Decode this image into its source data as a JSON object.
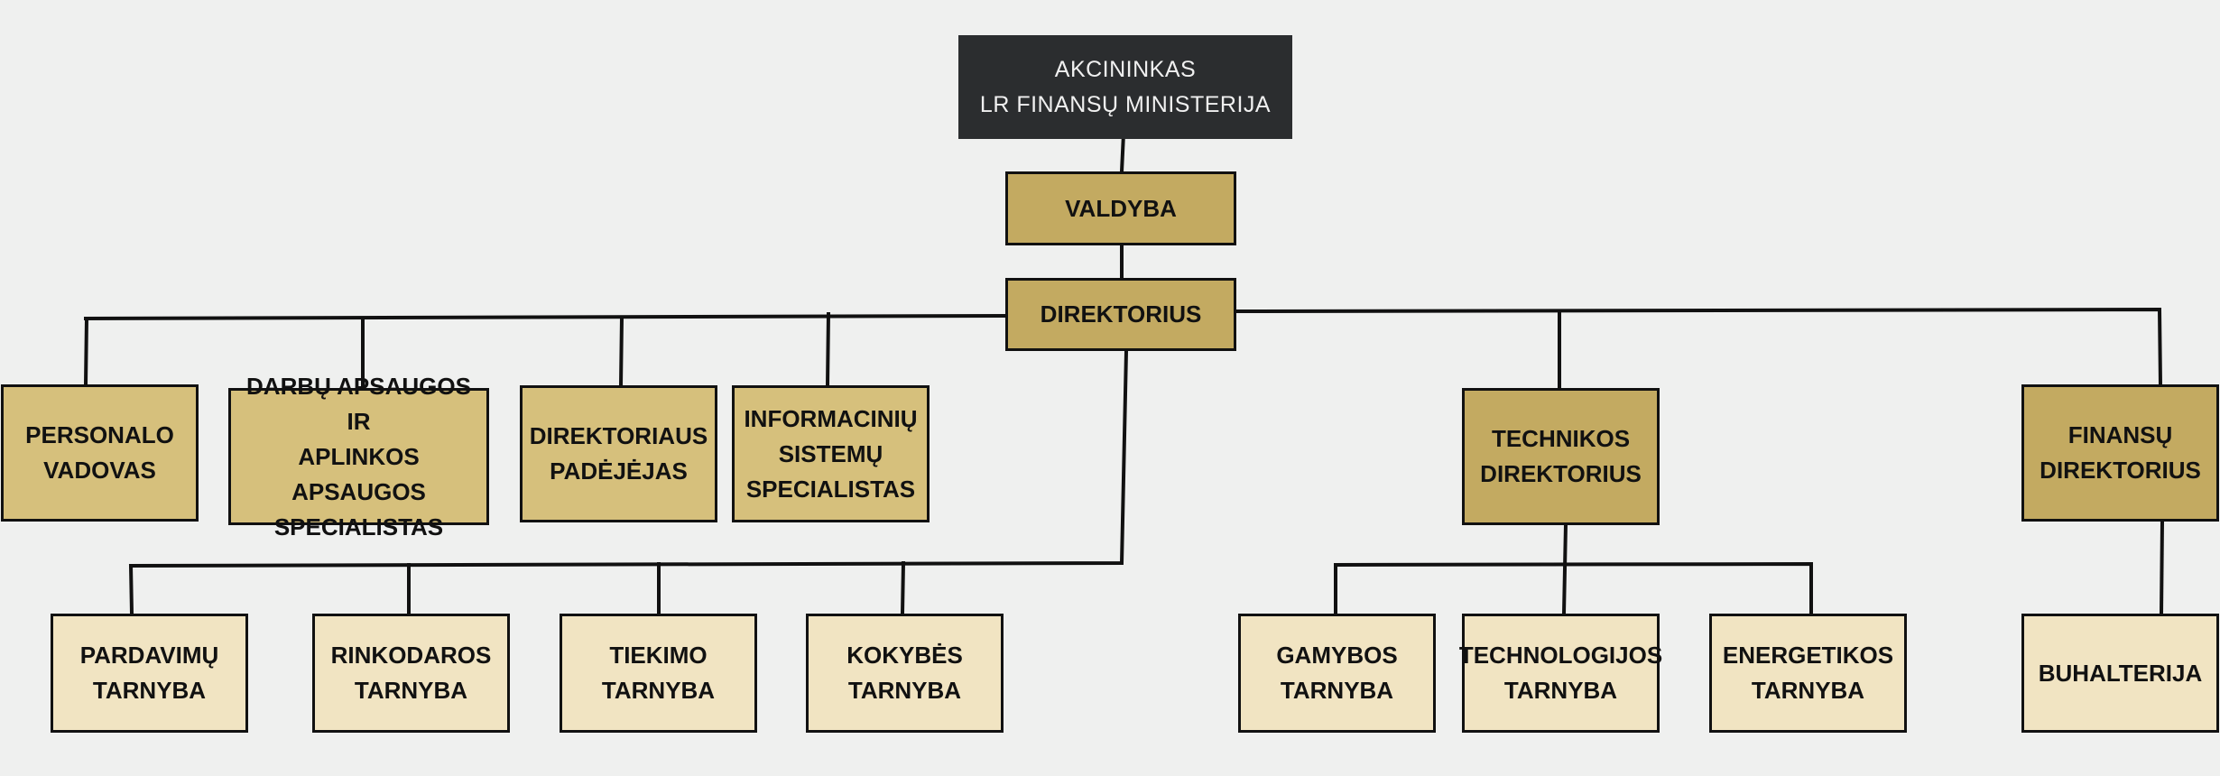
{
  "colors": {
    "background": "#eff0ef",
    "top_box": "#2b2d2f",
    "management_box": "#c3aa61",
    "staff_box": "#d6c07c",
    "department_box": "#f1e4c2",
    "line": "#111111"
  },
  "chart": {
    "top": "AKCININKAS\nLR FINANSŲ MINISTERIJA",
    "board": "VALDYBA",
    "director": "DIREKTORIUS",
    "staff": [
      "PERSONALO\nVADOVAS",
      "DARBŲ APSAUGOS IR\nAPLINKOS APSAUGOS\nSPECIALISTAS",
      "DIREKTORIAUS\nPADĖJĖJAS",
      "INFORMACINIŲ\nSISTEMŲ\nSPECIALISTAS"
    ],
    "technical_director": "TECHNIKOS\nDIREKTORIUS",
    "finance_director": "FINANSŲ\nDIREKTORIUS",
    "director_units": [
      "PARDAVIMŲ\nTARNYBA",
      "RINKODAROS\nTARNYBA",
      "TIEKIMO\nTARNYBA",
      "KOKYBĖS\nTARNYBA"
    ],
    "technical_units": [
      "GAMYBOS\nTARNYBA",
      "TECHNOLOGIJOS\nTARNYBA",
      "ENERGETIKOS\nTARNYBA"
    ],
    "finance_units": [
      "BUHALTERIJA"
    ]
  }
}
